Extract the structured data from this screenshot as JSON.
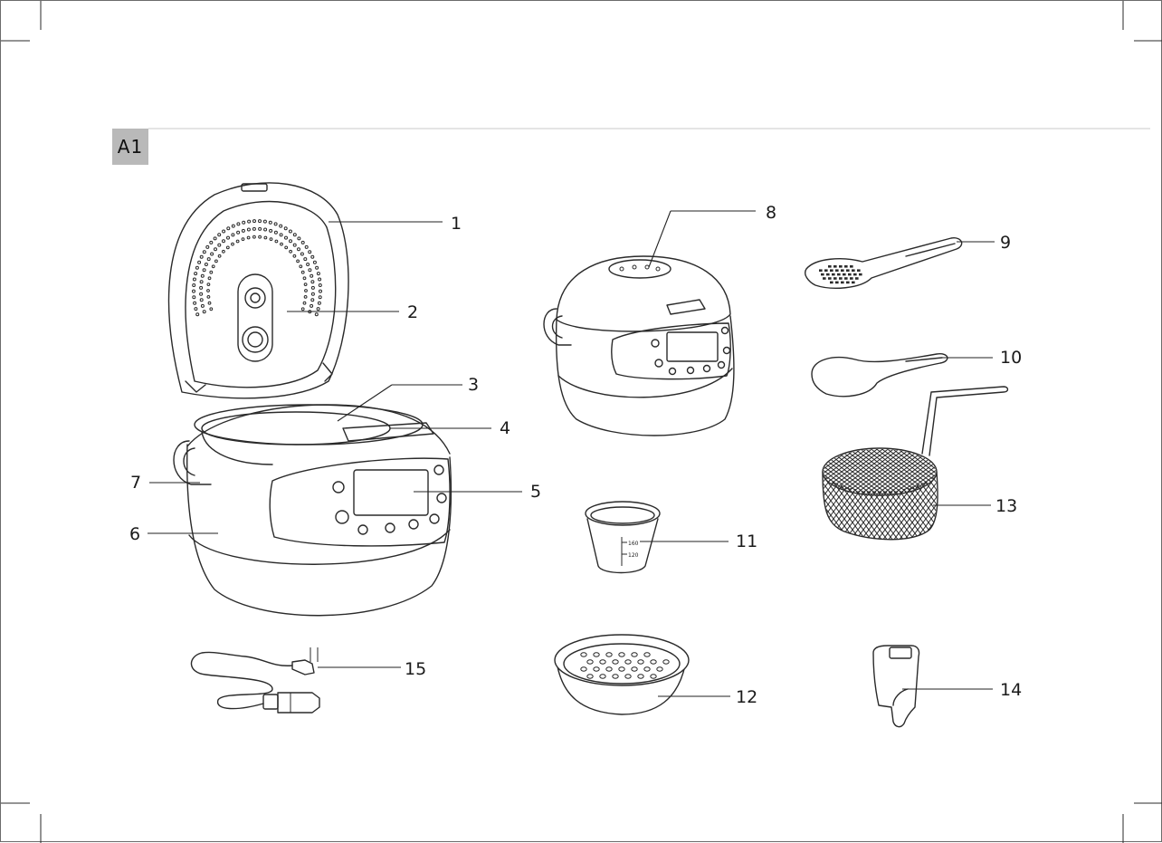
{
  "section": {
    "tag": "A1"
  },
  "callouts": [
    {
      "id": "1",
      "label": "1"
    },
    {
      "id": "2",
      "label": "2"
    },
    {
      "id": "3",
      "label": "3"
    },
    {
      "id": "4",
      "label": "4"
    },
    {
      "id": "5",
      "label": "5"
    },
    {
      "id": "6",
      "label": "6"
    },
    {
      "id": "7",
      "label": "7"
    },
    {
      "id": "8",
      "label": "8"
    },
    {
      "id": "9",
      "label": "9"
    },
    {
      "id": "10",
      "label": "10"
    },
    {
      "id": "11",
      "label": "11"
    },
    {
      "id": "12",
      "label": "12"
    },
    {
      "id": "13",
      "label": "13"
    },
    {
      "id": "14",
      "label": "14"
    },
    {
      "id": "15",
      "label": "15"
    }
  ],
  "measuring_cup": {
    "mark_upper": "160",
    "mark_lower": "120"
  },
  "colors": {
    "ink": "#2a2a2a",
    "tag_background": "#b9b9b9",
    "rule": "#c8c8c8"
  }
}
